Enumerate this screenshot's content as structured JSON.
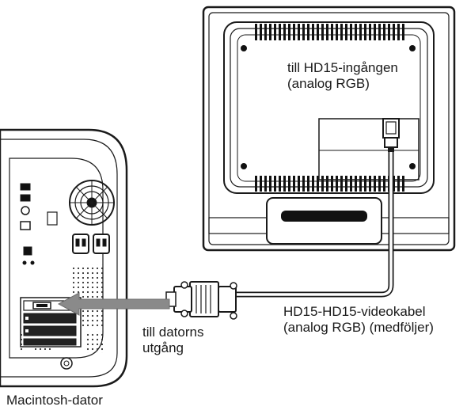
{
  "labels": {
    "monitor_input_line1": "till HD15-ingången",
    "monitor_input_line2": "(analog RGB)",
    "computer_output_line1": "till datorns",
    "computer_output_line2": "utgång",
    "cable_line1": "HD15-HD15-videokabel",
    "cable_line2": "(analog RGB) (medföljer)",
    "computer_name": "Macintosh-dator"
  },
  "colors": {
    "line": "#1a1a1a",
    "arrow": "#8a8a8a",
    "grille": "#111111",
    "panel": "#ffffff"
  }
}
